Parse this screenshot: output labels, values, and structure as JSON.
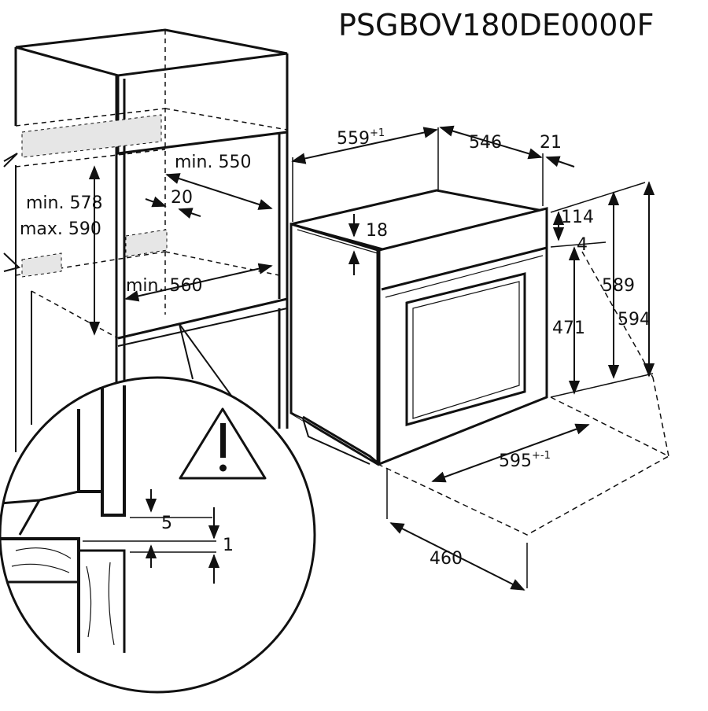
{
  "title": "PSGBOV180DE0000F",
  "cabinet": {
    "min_550": "min. 550",
    "d_20": "20",
    "min_578": "min. 578",
    "max_590": "max. 590",
    "min_560": "min. 560"
  },
  "oven": {
    "w_559": "559",
    "w_559_tol": "+1",
    "d_546": "546",
    "d_21": "21",
    "h_18": "18",
    "h_114": "114",
    "h_4": "4",
    "h_589": "589",
    "h_594": "594",
    "h_471": "471",
    "w_595": "595",
    "w_595_tol": "+-1",
    "d_460": "460"
  },
  "detail": {
    "d_5": "5",
    "d_1": "1",
    "warning_icon": "warning-triangle-icon"
  }
}
